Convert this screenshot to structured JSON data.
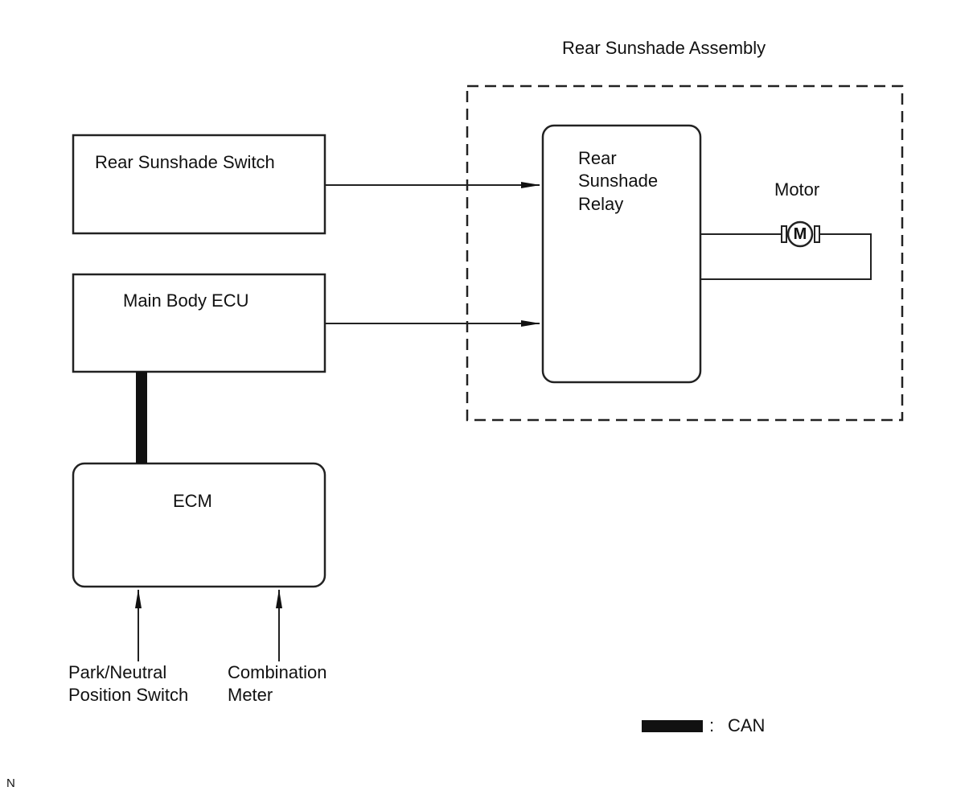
{
  "diagram": {
    "assembly_title": "Rear Sunshade Assembly",
    "switch_box": "Rear Sunshade Switch",
    "ecu_box": "Main Body ECU",
    "ecm_box": "ECM",
    "relay_box": [
      "Rear",
      "Sunshade",
      "Relay"
    ],
    "motor_label": "Motor",
    "motor_symbol": "M",
    "input_left": [
      "Park/Neutral",
      "Position Switch"
    ],
    "input_right": [
      "Combination",
      "Meter"
    ],
    "legend_separator": ":",
    "legend_label": "CAN",
    "corner_code": "N"
  }
}
